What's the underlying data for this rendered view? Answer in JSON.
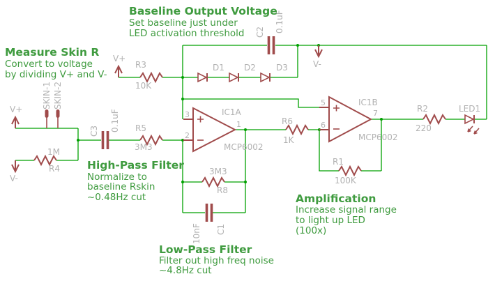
{
  "schematic": {
    "notes": {
      "baseline": {
        "title": "Baseline Output Voltage",
        "line1": "Set baseline just under",
        "line2": "LED activation threshold"
      },
      "measure": {
        "title": "Measure Skin R",
        "line1": "Convert to voltage",
        "line2": "by dividing V+ and V-"
      },
      "highpass": {
        "title": "High-Pass Filter",
        "line1": "Normalize to",
        "line2": "baseline Rskin",
        "line3": "~0.48Hz cut"
      },
      "lowpass": {
        "title": "Low-Pass Filter",
        "line1": "Filter out high freq noise",
        "line2": "~4.8Hz cut"
      },
      "amplification": {
        "title": "Amplification",
        "line1": "Increase signal range",
        "line2": "to light up LED",
        "line3": "(100x)"
      }
    },
    "components": {
      "R1": {
        "ref": "R1",
        "value": "100K"
      },
      "R2": {
        "ref": "R2",
        "value": "220"
      },
      "R3": {
        "ref": "R3",
        "value": "10K"
      },
      "R4": {
        "ref": "R4",
        "value": "1M"
      },
      "R5": {
        "ref": "R5",
        "value": "3M3"
      },
      "R6": {
        "ref": "R6",
        "value": "1K"
      },
      "R8": {
        "ref": "R8",
        "value": "3M3"
      },
      "C1": {
        "ref": "C1",
        "value": "10nF"
      },
      "C2": {
        "ref": "C2",
        "value": "0.1uF"
      },
      "C3": {
        "ref": "C3",
        "value": "0.1uF"
      },
      "D1": {
        "ref": "D1"
      },
      "D2": {
        "ref": "D2"
      },
      "D3": {
        "ref": "D3"
      },
      "LED1": {
        "ref": "LED1"
      },
      "IC1A": {
        "ref": "IC1A",
        "part": "MCP6002",
        "pin_plus": "3",
        "pin_minus": "2",
        "pin_out": "1"
      },
      "IC1B": {
        "ref": "IC1B",
        "part": "MCP6002",
        "pin_plus": "5",
        "pin_minus": "6",
        "pin_out": "7"
      },
      "SKIN1": {
        "ref": "SKIN-1"
      },
      "SKIN2": {
        "ref": "SKIN-2"
      }
    },
    "power": {
      "vplus": "V+",
      "vminus": "V-"
    },
    "colors": {
      "wire": "#00a000",
      "component": "#a04b4b",
      "label": "#b2b2b2",
      "annotation": "#3f9b3f",
      "background": "#ffffff"
    }
  }
}
